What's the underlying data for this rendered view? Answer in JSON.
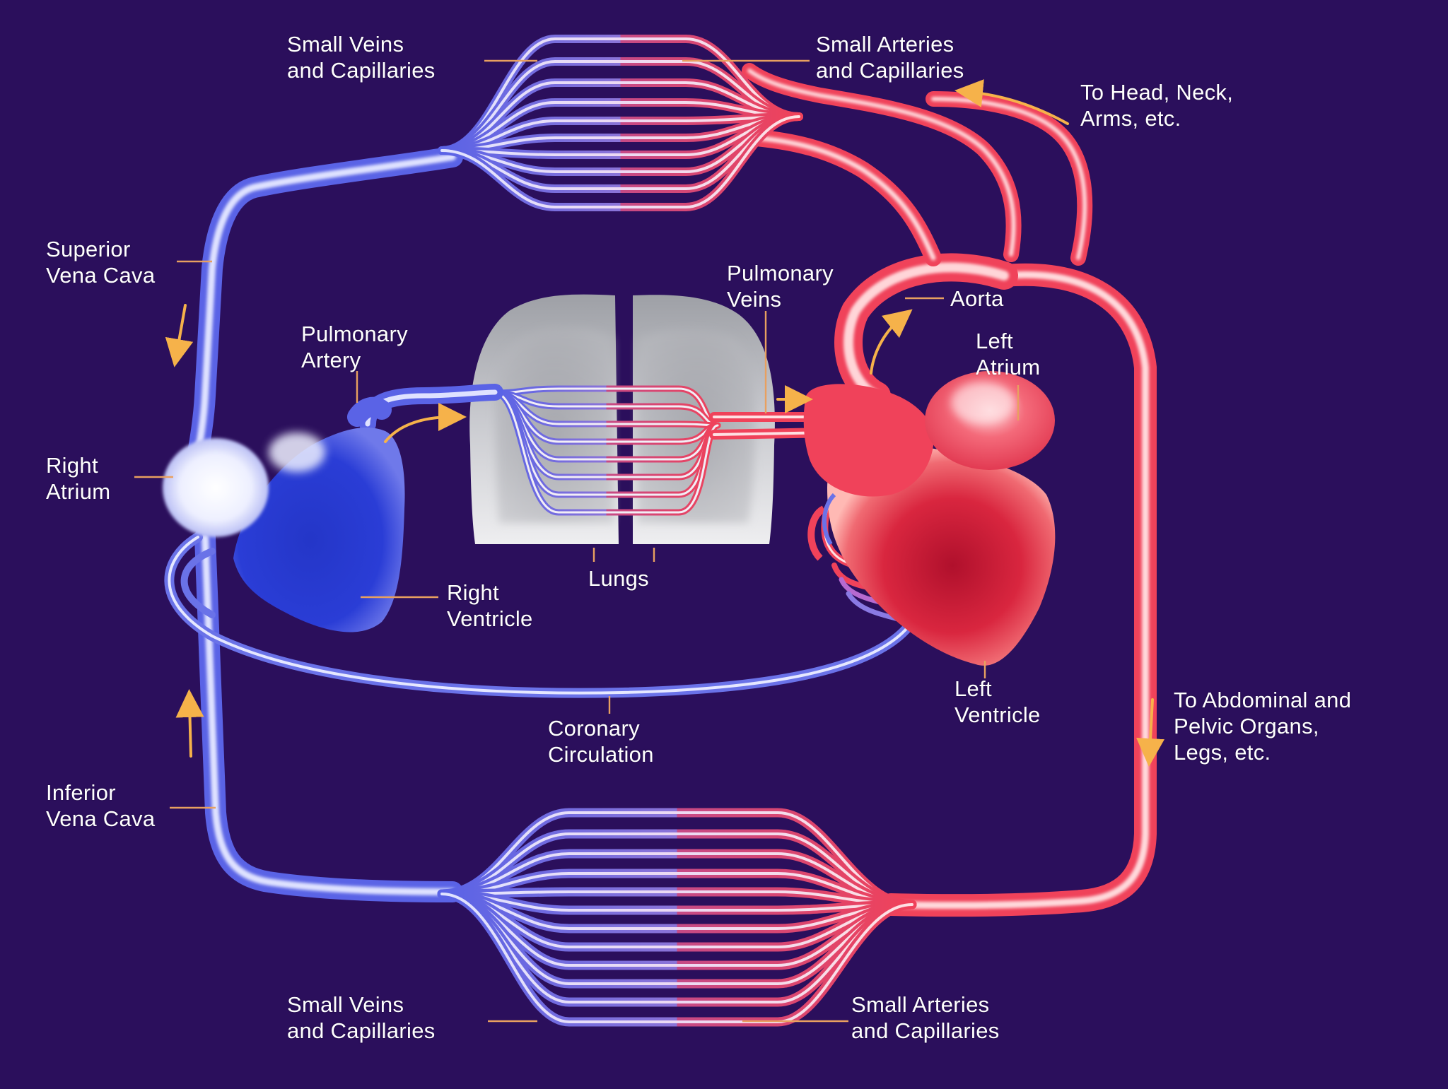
{
  "colors": {
    "background": "#2b0f5c",
    "vein": "#5a63e6",
    "vein_light": "#d9dcff",
    "artery": "#f0425a",
    "artery_light": "#ffd5d8",
    "leader": "#e8a060",
    "arrow": "#f6b24a"
  },
  "labels": {
    "small_veins_top": [
      "Small Veins",
      "and Capillaries"
    ],
    "small_arteries_top": [
      "Small Arteries",
      "and Capillaries"
    ],
    "to_head": [
      "To Head, Neck,",
      "Arms, etc."
    ],
    "superior_vena_cava": [
      "Superior",
      "Vena Cava"
    ],
    "pulmonary_veins": [
      "Pulmonary",
      "Veins"
    ],
    "aorta": [
      "Aorta"
    ],
    "pulmonary_artery": [
      "Pulmonary",
      "Artery"
    ],
    "left_atrium": [
      "Left",
      "Atrium"
    ],
    "right_atrium": [
      "Right",
      "Atrium"
    ],
    "lungs": [
      "Lungs"
    ],
    "right_ventricle": [
      "Right",
      "Ventricle"
    ],
    "left_ventricle": [
      "Left",
      "Ventricle"
    ],
    "to_abdominal": [
      "To Abdominal and",
      "Pelvic Organs,",
      "Legs, etc."
    ],
    "coronary_circulation": [
      "Coronary",
      "Circulation"
    ],
    "inferior_vena_cava": [
      "Inferior",
      "Vena Cava"
    ],
    "small_veins_bottom": [
      "Small Veins",
      "and Capillaries"
    ],
    "small_arteries_bottom": [
      "Small Arteries",
      "and Capillaries"
    ]
  }
}
